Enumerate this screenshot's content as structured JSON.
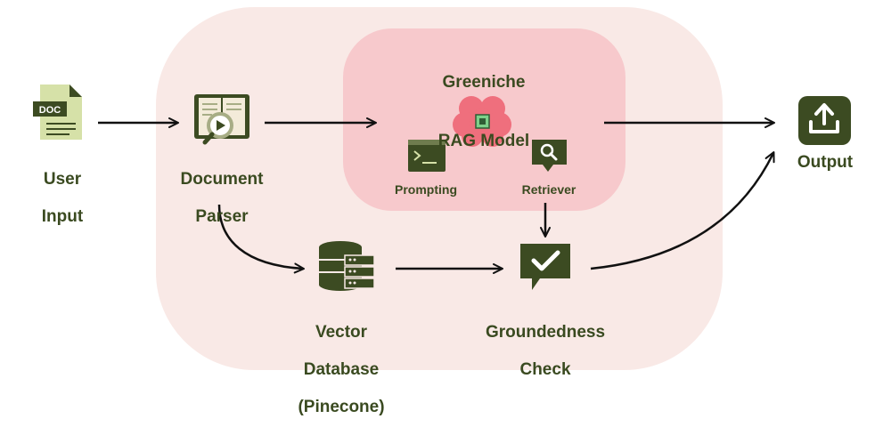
{
  "nodes": {
    "user_input": {
      "icon_text": "DOC",
      "label_line1": "User",
      "label_line2": "Input"
    },
    "document_parser": {
      "label_line1": "Document",
      "label_line2": "Parser"
    },
    "rag_model": {
      "title_line1": "Greeniche",
      "title_line2": "RAG Model"
    },
    "prompting": {
      "label": "Prompting"
    },
    "retriever": {
      "label": "Retriever"
    },
    "vector_database": {
      "label_line1": "Vector",
      "label_line2": "Database",
      "label_line3": "(Pinecone)"
    },
    "groundedness_check": {
      "label_line1": "Groundedness",
      "label_line2": "Check"
    },
    "output": {
      "label": "Output"
    }
  },
  "colors": {
    "outer_panel": "#f9e9e6",
    "rag_panel": "#f7c9cc",
    "dark_green": "#3c4b22",
    "light_green": "#d6e1a8",
    "brain_pink": "#ef6f7d",
    "chip_green": "#7ed08a"
  }
}
